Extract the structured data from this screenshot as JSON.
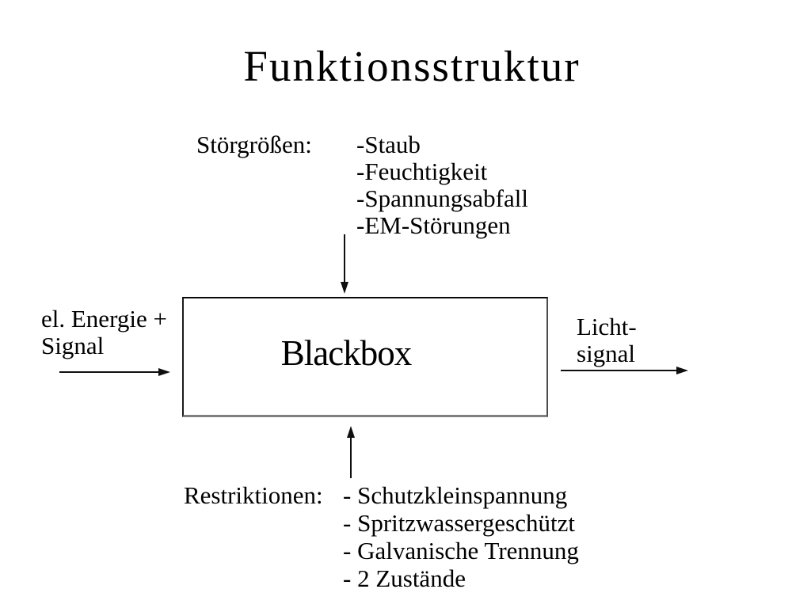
{
  "slide": {
    "title": "Funktionsstruktur",
    "background_color": "#ffffff",
    "text_color": "#000000"
  },
  "disturbances": {
    "label": "Störgrößen:",
    "items": [
      "-Staub",
      "-Feuchtigkeit",
      "-Spannungsabfall",
      "-EM-Störungen"
    ]
  },
  "blackbox": {
    "label": "Blackbox",
    "border_top_color": "#0a0a0a",
    "border_bottom_color": "#7f7f7f"
  },
  "input": {
    "lines": [
      "el. Energie +",
      "Signal"
    ]
  },
  "output": {
    "lines": [
      "Licht-",
      "signal"
    ]
  },
  "restrictions": {
    "label": "Restriktionen:",
    "items": [
      "- Schutzkleinspannung",
      "- Spritzwassergeschützt",
      "- Galvanische Trennung",
      "- 2 Zustände"
    ]
  },
  "icons": {
    "arrows": [
      "down-arrow-icon",
      "right-arrow-icon",
      "right-arrow-icon",
      "up-arrow-icon"
    ],
    "arrow_color": "#0f0f0f"
  }
}
